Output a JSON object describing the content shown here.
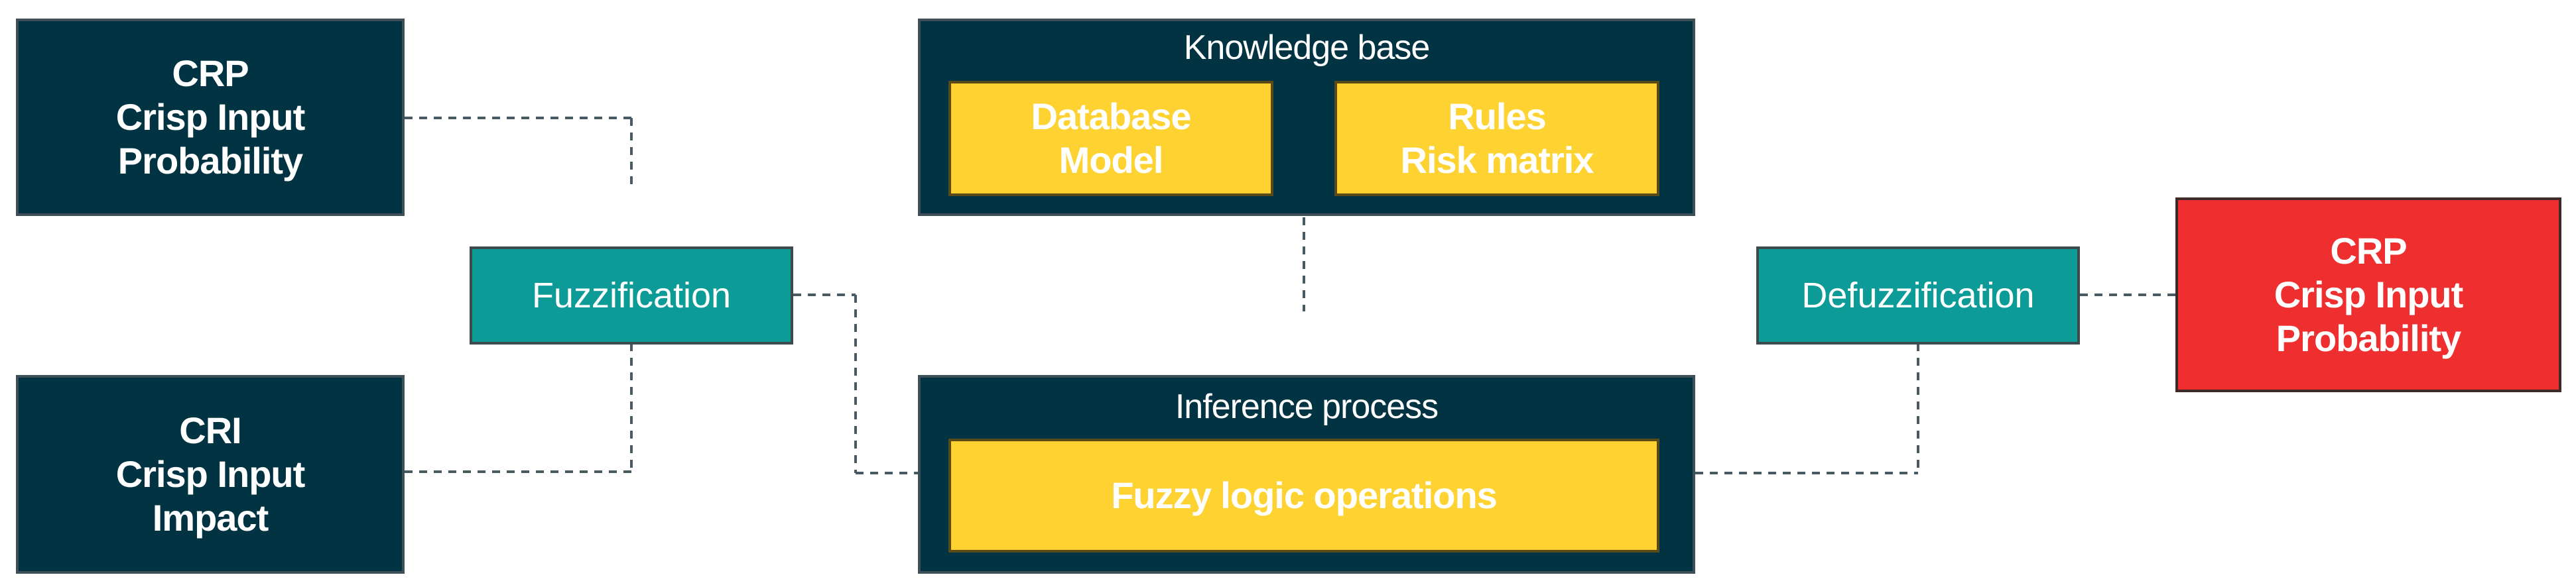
{
  "crp_input": {
    "line1": "CRP",
    "line2": "Crisp Input",
    "line3": "Probability"
  },
  "cri_input": {
    "line1": "CRI",
    "line2": "Crisp Input",
    "line3": "Impact"
  },
  "fuzzification": {
    "label": "Fuzzification"
  },
  "knowledge_base": {
    "title": "Knowledge base",
    "database": {
      "line1": "Database",
      "line2": "Model"
    },
    "rules": {
      "line1": "Rules",
      "line2": "Risk matrix"
    }
  },
  "inference": {
    "title": "Inference process",
    "operations": "Fuzzy logic operations"
  },
  "defuzzification": {
    "label": "Defuzzification"
  },
  "crp_output": {
    "line1": "CRP",
    "line2": "Crisp Input",
    "line3": "Probability"
  },
  "colors": {
    "dark_box": "#023343",
    "teal_box": "#0c9b97",
    "yellow_box": "#fed331",
    "red_box": "#ef2f2f",
    "connector": "#4a5a62"
  }
}
